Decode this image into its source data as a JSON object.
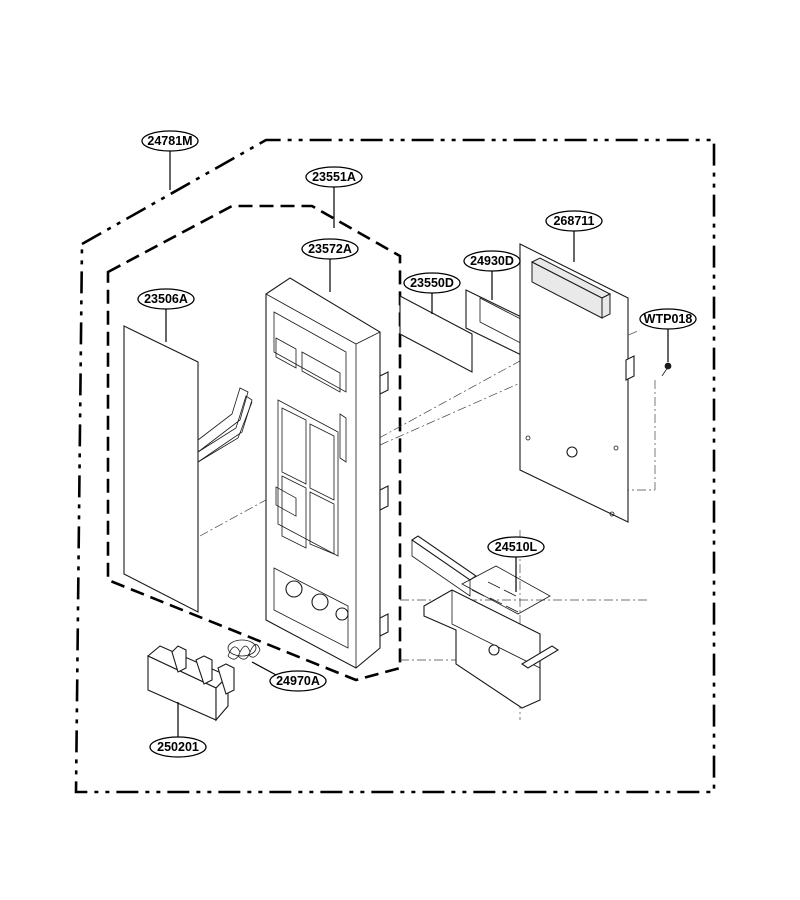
{
  "title": "",
  "callouts": [
    {
      "id": "c-24781M",
      "text": "24781M"
    },
    {
      "id": "c-23551A",
      "text": "23551A"
    },
    {
      "id": "c-23572A",
      "text": "23572A"
    },
    {
      "id": "c-23506A",
      "text": "23506A"
    },
    {
      "id": "c-23550D",
      "text": "23550D"
    },
    {
      "id": "c-24930D",
      "text": "24930D"
    },
    {
      "id": "c-268711",
      "text": "268711"
    },
    {
      "id": "c-WTP018",
      "text": "WTP018"
    },
    {
      "id": "c-24510L",
      "text": "24510L"
    },
    {
      "id": "c-24970A",
      "text": "24970A"
    },
    {
      "id": "c-250201",
      "text": "250201"
    }
  ],
  "colors": {
    "line": "#000000",
    "background": "#ffffff",
    "shade": "#e9e9e9"
  }
}
